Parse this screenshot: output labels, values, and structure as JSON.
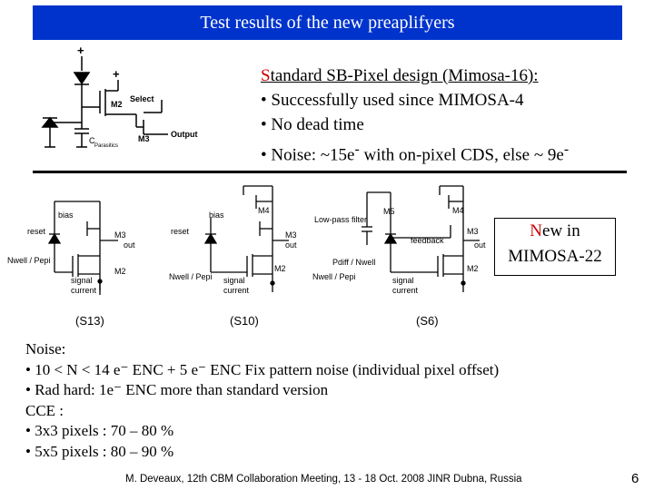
{
  "title": "Test results of the new preaplifyers",
  "standard": {
    "heading_first": "S",
    "heading_rest": "tandard SB-Pixel design (Mimosa-16):",
    "bullets": [
      "• Successfully used since MIMOSA-4",
      "• No dead time"
    ],
    "noise_prefix": "• Noise: ~15e",
    "noise_sup1": "-",
    "noise_mid": " with on-pixel CDS, else ~ 9e",
    "noise_sup2": "-"
  },
  "schematic_top": {
    "plus_1": "+",
    "plus_2": "+",
    "m2": "M2",
    "m3": "M3",
    "select": "Select",
    "output": "Output",
    "c": "C",
    "c_sub": "Parasitics"
  },
  "circuits": [
    {
      "caption": "(S13)",
      "bias": "bias",
      "reset": "reset",
      "m3": "M3",
      "out": "out",
      "nwell": "Nwell / Pepi",
      "m2": "M2",
      "signal": "signal",
      "current": "current"
    },
    {
      "caption": "(S10)",
      "bias": "bias",
      "reset": "reset",
      "m4": "M4",
      "m3": "M3",
      "out": "out",
      "nwell": "Nwell / Pepi",
      "m2": "M2",
      "signal": "signal",
      "current": "current"
    },
    {
      "caption": "(S6)",
      "lowpass": "Low-pass filter",
      "m5": "M5",
      "m4": "M4",
      "m3": "M3",
      "feedback": "feedback",
      "out": "out",
      "pdiff": "Pdiff / Nwell",
      "nwell": "Nwell / Pepi",
      "m2": "M2",
      "signal": "signal",
      "current": "current"
    }
  ],
  "new_box": {
    "first": "N",
    "rest": "ew in",
    "line2": "MIMOSA-22"
  },
  "noise_section": {
    "lines": [
      "Noise:",
      "• 10 < N < 14 e⁻ ENC  + 5 e⁻ ENC Fix pattern noise (individual pixel offset)",
      "• Rad hard: 1e⁻ ENC more than standard version",
      "CCE :",
      "• 3x3 pixels : 70 – 80 %",
      "• 5x5 pixels : 80 – 90 %"
    ]
  },
  "footer": "M. Deveaux, 12th CBM Collaboration Meeting, 13 - 18 Oct. 2008 JINR Dubna, Russia",
  "page_number": "6"
}
